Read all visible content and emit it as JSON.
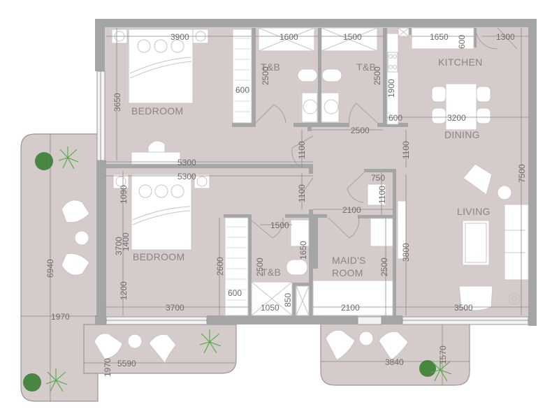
{
  "plan": {
    "colors": {
      "floor": "#d5cbca",
      "wall": "#a3a6a4",
      "furniture": "#ffffff",
      "text": "#8a8484",
      "dimension_text": "#6f6b6b",
      "plant_dark": "#2f7a2a",
      "plant_light": "#4cab3f"
    },
    "rooms": {
      "bedroom_1": "BEDROOM",
      "bedroom_2": "BEDROOM",
      "tb_1": "T&B",
      "tb_2": "T&B",
      "tb_3": "T&B",
      "kitchen": "KITCHEN",
      "dining": "DINING",
      "living": "LIVING",
      "maids_room_line1": "MAID'S",
      "maids_room_line2": "ROOM"
    },
    "dimensions": {
      "bed1_width": "3900",
      "bed1_depth": "3650",
      "bed1_wardrobe": "600",
      "tb1_width": "1600",
      "tb1_depth": "2500",
      "tb2_width": "1500",
      "tb2_depth": "2500",
      "kitchen_width": "1650",
      "kitchen_counter": "600",
      "kitchen_side": "1900",
      "kitchen_side_counter": "600",
      "entry_width": "1300",
      "dining_width": "3200",
      "corridor_width": "2500",
      "corridor_depth_left": "1100",
      "corridor_depth_right": "1100",
      "living_depth": "7500",
      "bedrooms_span_top": "5300",
      "bedrooms_span_bottom": "5300",
      "bed2_headboard": "1090",
      "bed2_depth_total": "3700",
      "bed2_bed": "1400",
      "bed2_foot": "1200",
      "bed2_width": "3700",
      "bed2_wardrobe_len": "2600",
      "bed2_wardrobe": "600",
      "hall_door": "1100",
      "store_width": "750",
      "store_depth": "1100",
      "maid_corridor": "2100",
      "tb3_width": "1500",
      "tb3_depth": "2500",
      "tb3_wc": "1650",
      "tb3_shower_w": "1050",
      "tb3_shower_d": "850",
      "maid_width": "2100",
      "maid_depth": "2500",
      "living_wall": "3800",
      "living_width": "3500",
      "balcony_left_depth": "6940",
      "balcony_left_width": "1970",
      "balcony_bottom_depth": "1970",
      "balcony_bottom_width": "5590",
      "balcony_right_width": "3840",
      "balcony_right_depth": "1570"
    }
  }
}
